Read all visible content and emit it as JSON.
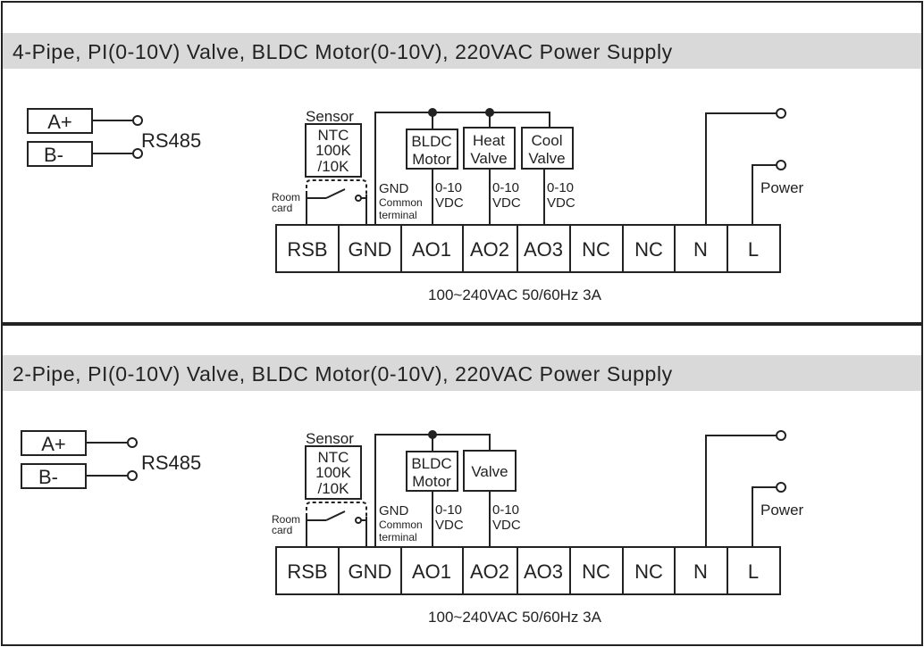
{
  "panels": [
    {
      "title": "4-Pipe, PI(0-10V) Valve, BLDC Motor(0-10V), 220VAC Power Supply",
      "rs485": {
        "a": "A+",
        "b": "B-",
        "label": "RS485"
      },
      "sensor": {
        "title": "Sensor",
        "lines": [
          "NTC",
          "100K",
          "/10K"
        ]
      },
      "room_card": [
        "Room",
        "card"
      ],
      "gnd_note": [
        "GND",
        "Common",
        "terminal"
      ],
      "devices": [
        {
          "lines": [
            "BLDC",
            "Motor"
          ],
          "signal": [
            "0-10",
            "VDC"
          ]
        },
        {
          "lines": [
            "Heat",
            "Valve"
          ],
          "signal": [
            "0-10",
            "VDC"
          ]
        },
        {
          "lines": [
            "Cool",
            "Valve"
          ],
          "signal": [
            "0-10",
            "VDC"
          ]
        }
      ],
      "terminals": [
        "RSB",
        "GND",
        "AO1",
        "AO2",
        "AO3",
        "NC",
        "NC",
        "N",
        "L"
      ],
      "power_label": "Power",
      "supply_label": "100~240VAC 50/60Hz 3A"
    },
    {
      "title": "2-Pipe, PI(0-10V) Valve, BLDC Motor(0-10V), 220VAC Power Supply",
      "rs485": {
        "a": "A+",
        "b": "B-",
        "label": "RS485"
      },
      "sensor": {
        "title": "Sensor",
        "lines": [
          "NTC",
          "100K",
          "/10K"
        ]
      },
      "room_card": [
        "Room",
        "card"
      ],
      "gnd_note": [
        "GND",
        "Common",
        "terminal"
      ],
      "devices": [
        {
          "lines": [
            "BLDC",
            "Motor"
          ],
          "signal": [
            "0-10",
            "VDC"
          ]
        },
        {
          "lines": [
            "Valve"
          ],
          "signal": [
            "0-10",
            "VDC"
          ]
        }
      ],
      "terminals": [
        "RSB",
        "GND",
        "AO1",
        "AO2",
        "AO3",
        "NC",
        "NC",
        "N",
        "L"
      ],
      "power_label": "Power",
      "supply_label": "100~240VAC 50/60Hz 3A"
    }
  ],
  "colors": {
    "line": "#222222",
    "title_band": "#d9d9d9",
    "background": "#ffffff"
  }
}
